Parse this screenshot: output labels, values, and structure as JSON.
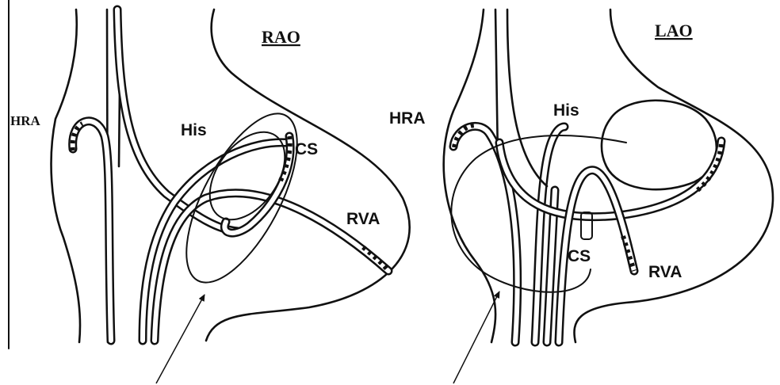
{
  "panels": {
    "rao": {
      "title": "RAO",
      "labels": {
        "hra": "HRA",
        "his": "His",
        "cs": "CS",
        "rva": "RVA"
      }
    },
    "lao": {
      "title": "LAO",
      "labels": {
        "hra": "HRA",
        "his": "His",
        "cs": "CS",
        "rva": "RVA"
      }
    }
  }
}
